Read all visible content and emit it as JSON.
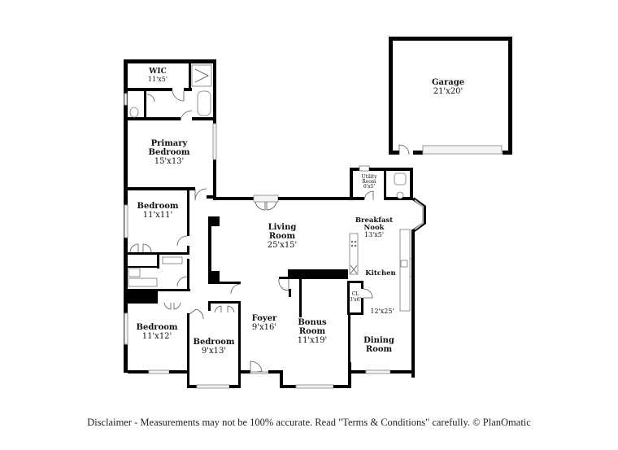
{
  "floorplan": {
    "rooms": [
      {
        "id": "wic",
        "name": "WIC",
        "size": "11'x5'"
      },
      {
        "id": "primary-bedroom",
        "name_line1": "Primary",
        "name_line2": "Bedroom",
        "size": "15'x13'"
      },
      {
        "id": "bedroom-1",
        "name": "Bedroom",
        "size": "11'x11'"
      },
      {
        "id": "bedroom-2",
        "name": "Bedroom",
        "size": "11'x12'"
      },
      {
        "id": "bedroom-3",
        "name": "Bedroom",
        "size": "9'x13'"
      },
      {
        "id": "living-room",
        "name_line1": "Living",
        "name_line2": "Room",
        "size": "25'x15'"
      },
      {
        "id": "foyer",
        "name": "Foyer",
        "size": "9'x16'"
      },
      {
        "id": "bonus-room",
        "name_line1": "Bonus",
        "name_line2": "Room",
        "size": "11'x19'"
      },
      {
        "id": "breakfast-nook",
        "name_line1": "Breakfast",
        "name_line2": "Nook",
        "size": "13'x5'"
      },
      {
        "id": "kitchen",
        "name": "Kitchen",
        "size": "12'x25'"
      },
      {
        "id": "closet",
        "name": "CL",
        "size": "3'x6'"
      },
      {
        "id": "dining-room",
        "name_line1": "Dining",
        "name_line2": "Room"
      },
      {
        "id": "utility-room",
        "name_line1": "Utility",
        "name_line2": "Room",
        "size": "6'x5'"
      },
      {
        "id": "garage",
        "name": "Garage",
        "size": "21'x20'"
      }
    ]
  },
  "disclaimer": "Disclaimer - Measurements may not be 100% accurate. Read \"Terms & Conditions\" carefully. © PlanOmatic"
}
